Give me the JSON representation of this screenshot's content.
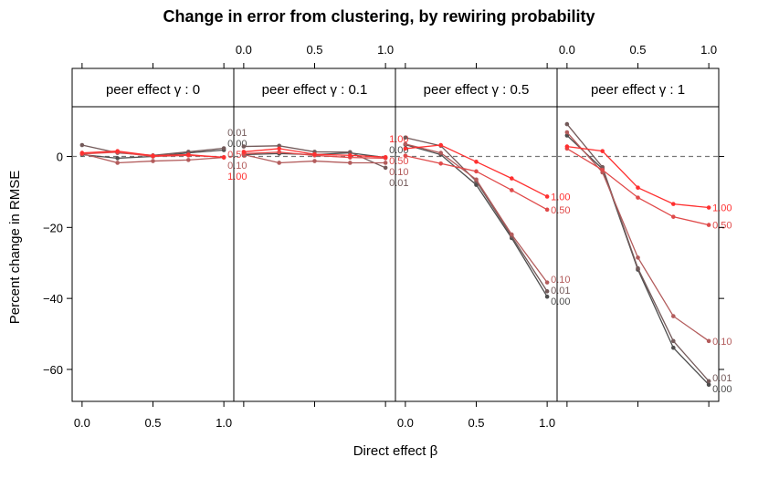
{
  "chart_data": {
    "type": "line",
    "title": "Change in error from clustering, by rewiring probability",
    "xlabel": "Direct effect β",
    "ylabel": "Percent change in RMSE",
    "xlim": [
      -0.07,
      1.07
    ],
    "ylim": [
      -69,
      14
    ],
    "x_ticks": [
      "0.0",
      "0.5",
      "1.0"
    ],
    "y_ticks": [
      0,
      -20,
      -40,
      -60
    ],
    "y_tick_labels": [
      "0",
      "−20",
      "−40",
      "−60"
    ],
    "reference_line": 0,
    "x": [
      0,
      0.25,
      0.5,
      0.75,
      1.0
    ],
    "panels": [
      {
        "strip": "peer effect γ : 0",
        "series": [
          {
            "name": "0.00",
            "color": "#4d4d4d",
            "values": [
              0.5,
              -0.5,
              0,
              1.0,
              1.8
            ]
          },
          {
            "name": "0.01",
            "color": "#735a5a",
            "values": [
              3.2,
              1.0,
              0.3,
              1.3,
              2.3
            ]
          },
          {
            "name": "0.10",
            "color": "#b35c5c",
            "values": [
              0.8,
              -1.8,
              -1.3,
              -1.0,
              -0.3
            ]
          },
          {
            "name": "0.50",
            "color": "#e04a4a",
            "values": [
              0.7,
              1.2,
              0,
              0.3,
              -0.2
            ]
          },
          {
            "name": "1.00",
            "color": "#ff3030",
            "values": [
              1.0,
              1.5,
              0.2,
              0.5,
              -0.3
            ]
          }
        ]
      },
      {
        "strip": "peer effect γ : 0.1",
        "series": [
          {
            "name": "0.00",
            "color": "#4d4d4d",
            "values": [
              0.5,
              0.8,
              0.5,
              1.0,
              -0.3
            ]
          },
          {
            "name": "0.01",
            "color": "#735a5a",
            "values": [
              2.8,
              3.0,
              1.3,
              1.2,
              -3.2
            ]
          },
          {
            "name": "0.10",
            "color": "#b35c5c",
            "values": [
              0.5,
              -1.8,
              -1.3,
              -1.8,
              -1.8
            ]
          },
          {
            "name": "0.50",
            "color": "#e04a4a",
            "values": [
              0.8,
              1.2,
              0.3,
              -0.3,
              -0.5
            ]
          },
          {
            "name": "1.00",
            "color": "#ff3030",
            "values": [
              1.3,
              2.2,
              0.6,
              0.3,
              -0.2
            ]
          }
        ]
      },
      {
        "strip": "peer effect γ : 0.5",
        "series": [
          {
            "name": "0.00",
            "color": "#4d4d4d",
            "values": [
              3.3,
              0.5,
              -8.0,
              -23.0,
              -39.5
            ]
          },
          {
            "name": "0.01",
            "color": "#735a5a",
            "values": [
              5.3,
              3.0,
              -7.0,
              -22.5,
              -38.0
            ]
          },
          {
            "name": "0.10",
            "color": "#b35c5c",
            "values": [
              3.5,
              1.0,
              -6.5,
              -22.0,
              -35.5
            ]
          },
          {
            "name": "0.50",
            "color": "#e04a4a",
            "values": [
              0.2,
              -2.0,
              -4.2,
              -9.5,
              -15.0
            ]
          },
          {
            "name": "1.00",
            "color": "#ff3030",
            "values": [
              2.2,
              3.2,
              -1.5,
              -6.2,
              -11.3
            ]
          }
        ]
      },
      {
        "strip": "peer effect γ : 1",
        "series": [
          {
            "name": "0.00",
            "color": "#4d4d4d",
            "values": [
              5.9,
              -3.5,
              -31.9,
              -53.9,
              -64.3
            ]
          },
          {
            "name": "0.01",
            "color": "#735a5a",
            "values": [
              9.1,
              -3.0,
              -31.5,
              -52.0,
              -63.3
            ]
          },
          {
            "name": "0.10",
            "color": "#b35c5c",
            "values": [
              6.8,
              -4.5,
              -28.5,
              -45.0,
              -52.0
            ]
          },
          {
            "name": "0.50",
            "color": "#e04a4a",
            "values": [
              2.2,
              -3.8,
              -11.6,
              -17.0,
              -19.3
            ]
          },
          {
            "name": "1.00",
            "color": "#ff3030",
            "values": [
              2.8,
              1.5,
              -8.8,
              -13.4,
              -14.4
            ]
          }
        ]
      }
    ],
    "grid": false,
    "legend": "direct labels at line ends"
  }
}
